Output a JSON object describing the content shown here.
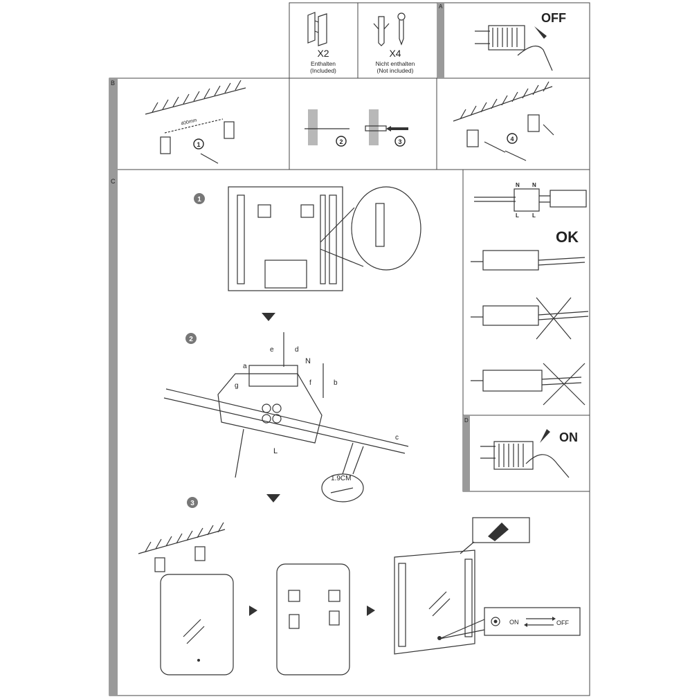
{
  "panels": {
    "brackets": {
      "count": "X2",
      "label_de": "Enthalten",
      "label_en": "(Included)"
    },
    "screws": {
      "count": "X4",
      "label_de": "Nicht enthalten",
      "label_en": "(Not included)"
    },
    "section_a": {
      "letter": "A",
      "switch_state": "OFF"
    },
    "section_b": {
      "letter": "B",
      "distance": "400mm",
      "steps": [
        "1",
        "2",
        "3",
        "4"
      ]
    },
    "section_c": {
      "letter": "C",
      "steps": [
        "1",
        "2",
        "3"
      ],
      "wire_labels": [
        "a",
        "b",
        "c",
        "d",
        "e",
        "f",
        "g"
      ],
      "neutral": "N",
      "live": "L",
      "strip_length": "1.9CM"
    },
    "wiring_check": {
      "terminals_top": [
        "N",
        "N"
      ],
      "terminals_bottom": [
        "L",
        "L"
      ],
      "ok_label": "OK"
    },
    "section_d": {
      "letter": "D",
      "switch_state": "ON"
    },
    "touch_switch": {
      "on_label": "ON",
      "off_label": "OFF"
    }
  }
}
